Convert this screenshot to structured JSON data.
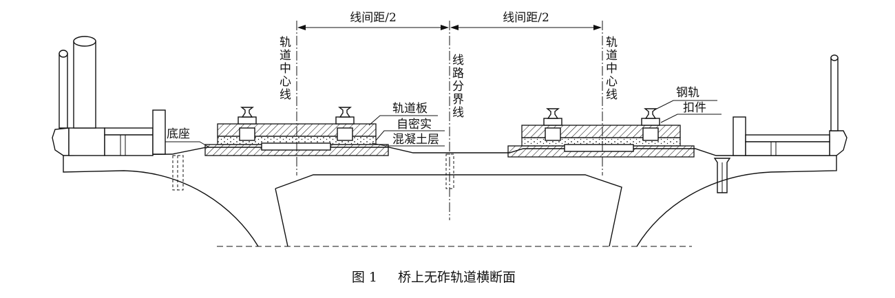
{
  "labels": {
    "half_spacing_left": "线间距/2",
    "half_spacing_right": "线间距/2",
    "track_center_left": "轨道中心线",
    "track_center_right": "轨道中心线",
    "line_boundary": "线路分界线",
    "track_slab": "轨道板",
    "self_compacting": "自密实",
    "concrete_layer": "混凝土层",
    "base": "底座",
    "rail": "钢轨",
    "fastener": "扣件"
  },
  "caption": {
    "number": "图 1",
    "title": "桥上无砟轨道横断面"
  }
}
